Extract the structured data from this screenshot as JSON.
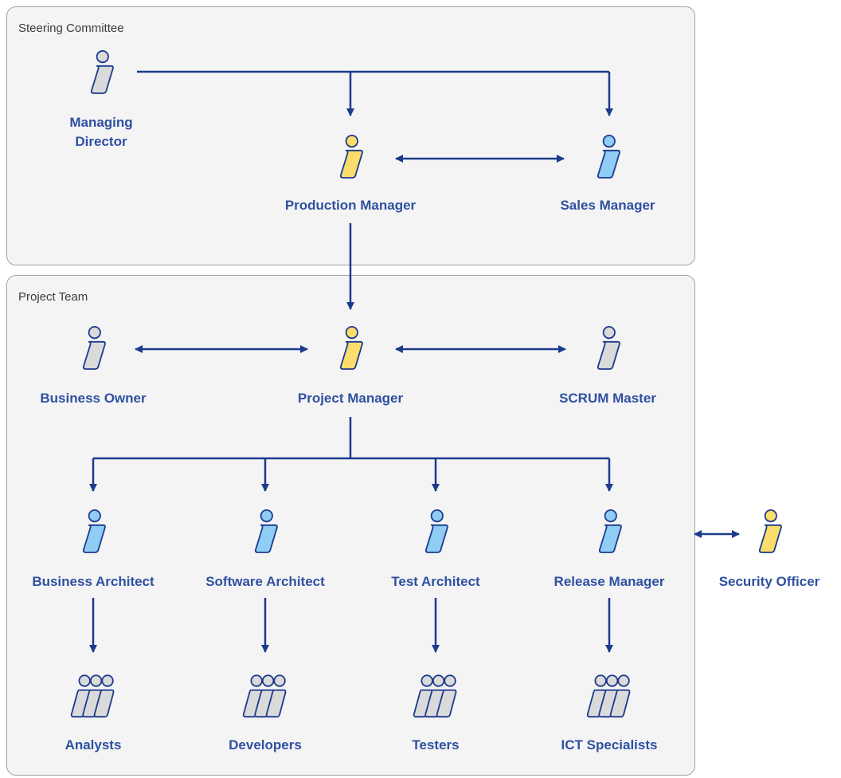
{
  "groups": {
    "steering": "Steering Committee",
    "project": "Project Team"
  },
  "roles": {
    "managing_director": "Managing\nDirector",
    "production_manager": "Production Manager",
    "sales_manager": "Sales Manager",
    "business_owner": "Business Owner",
    "project_manager": "Project Manager",
    "scrum_master": "SCRUM Master",
    "business_architect": "Business Architect",
    "software_architect": "Software Architect",
    "test_architect": "Test Architect",
    "release_manager": "Release Manager",
    "security_officer": "Security Officer",
    "analysts": "Analysts",
    "developers": "Developers",
    "testers": "Testers",
    "ict_specialists": "ICT Specialists"
  },
  "colors": {
    "line": "#1c3a8c",
    "text": "#2f50a0",
    "person_gray": "#dadada",
    "person_yellow": "#fadd6a",
    "person_blue": "#8fcdf5",
    "outline": "#1c3a8c"
  },
  "icons": {
    "person": "person-icon",
    "group": "people-group-icon"
  }
}
